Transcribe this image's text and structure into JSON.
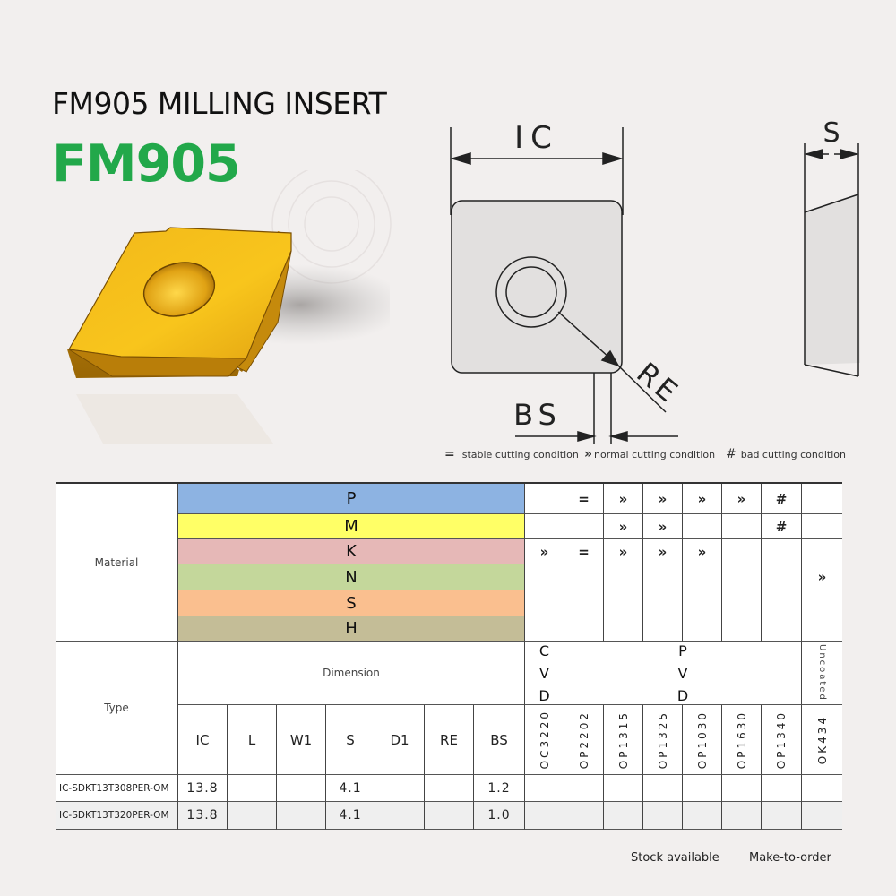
{
  "header": {
    "subtitle": "FM905 MILLING INSERT",
    "title": "FM905",
    "title_color": "#22a84a"
  },
  "drawing": {
    "labels": {
      "ic": "IC",
      "s": "S",
      "re": "RE",
      "bs": "BS"
    }
  },
  "legend": [
    {
      "symbol": "=",
      "label": "stable cutting condition"
    },
    {
      "symbol": "»",
      "label": "normal cutting condition"
    },
    {
      "symbol": "#",
      "label": "bad cutting condition"
    }
  ],
  "table": {
    "material_label": "Material",
    "type_label": "Type",
    "dimension_label": "Dimension",
    "materials": [
      {
        "code": "P",
        "color": "#8db3e2",
        "cells": [
          "",
          "=",
          "»",
          "»",
          "»",
          "»",
          "#",
          ""
        ]
      },
      {
        "code": "M",
        "color": "#ffff66",
        "cells": [
          "",
          "",
          "»",
          "»",
          "",
          "",
          "#",
          ""
        ]
      },
      {
        "code": "K",
        "color": "#e6b8b7",
        "cells": [
          "»",
          "=",
          "»",
          "»",
          "»",
          "",
          "",
          ""
        ]
      },
      {
        "code": "N",
        "color": "#c4d79b",
        "cells": [
          "",
          "",
          "",
          "",
          "",
          "",
          "",
          "»"
        ]
      },
      {
        "code": "S",
        "color": "#fabf8f",
        "cells": [
          "",
          "",
          "",
          "",
          "",
          "",
          "",
          ""
        ]
      },
      {
        "code": "H",
        "color": "#c4bd97",
        "cells": [
          "",
          "",
          "",
          "",
          "",
          "",
          "",
          ""
        ]
      }
    ],
    "coating_groups": {
      "cvd": [
        "C",
        "V",
        "D"
      ],
      "pvd": [
        "P",
        "V",
        "D"
      ],
      "uncoated": "Uncoated"
    },
    "dimension_columns": [
      "IC",
      "L",
      "W1",
      "S",
      "D1",
      "RE",
      "BS"
    ],
    "grades": [
      "OC3220",
      "OP2202",
      "OP1315",
      "OP1325",
      "OP1030",
      "OP1630",
      "OP1340",
      "OK434"
    ],
    "rows": [
      {
        "type": "IC-SDKT13T308PER-OM",
        "dims": [
          "13.8",
          "",
          "",
          "4.1",
          "",
          "",
          "1.2"
        ],
        "grades": [
          "",
          "",
          "",
          "",
          "",
          "",
          "",
          ""
        ]
      },
      {
        "type": "IC-SDKT13T320PER-OM",
        "dims": [
          "13.8",
          "",
          "",
          "4.1",
          "",
          "",
          "1.0"
        ],
        "grades": [
          "",
          "",
          "",
          "",
          "",
          "",
          "",
          ""
        ]
      }
    ]
  },
  "footer": {
    "stock": "Stock available",
    "make": "Make-to-order"
  }
}
